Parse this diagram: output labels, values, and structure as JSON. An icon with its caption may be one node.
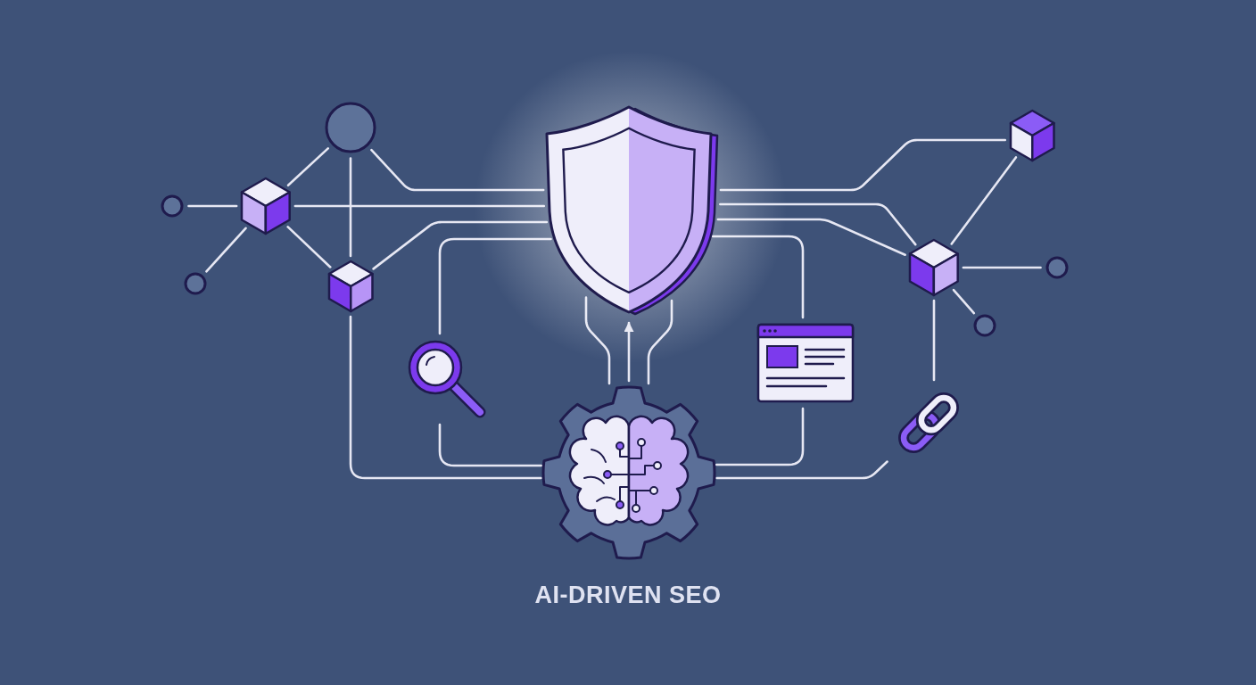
{
  "diagram": {
    "title": "AI-DRIVEN SEO",
    "nodes": [
      {
        "text": [],
        "shape": "circle"
      },
      {
        "text": [],
        "shape": "circle"
      },
      {
        "text": [],
        "shape": "circle"
      },
      {
        "text": [],
        "shape": "cube"
      },
      {
        "text": [],
        "shape": "cube"
      },
      {
        "text": [],
        "shape": "shield"
      },
      {
        "text": [],
        "shape": "picture"
      },
      {
        "text": [],
        "shape": "picture"
      },
      {
        "text": [],
        "shape": "picture"
      },
      {
        "text": [],
        "shape": "cube"
      },
      {
        "text": [],
        "shape": "cube"
      },
      {
        "text": [],
        "shape": "circle"
      },
      {
        "text": [],
        "shape": "circle"
      },
      {
        "text": [],
        "shape": "picture"
      }
    ],
    "edges": [
      {
        "from": 1,
        "to": 3,
        "arrow": "none"
      },
      {
        "from": 2,
        "to": 3,
        "arrow": "none"
      },
      {
        "from": 3,
        "to": 0,
        "arrow": "none"
      },
      {
        "from": 0,
        "to": 4,
        "arrow": "none"
      },
      {
        "from": 3,
        "to": 4,
        "arrow": "none"
      },
      {
        "from": 3,
        "to": 5,
        "arrow": "none"
      },
      {
        "from": 0,
        "to": 5,
        "arrow": "none"
      },
      {
        "from": 4,
        "to": 5,
        "arrow": "none"
      },
      {
        "from": 4,
        "to": 7,
        "arrow": "none"
      },
      {
        "from": 5,
        "to": 6,
        "arrow": "none"
      },
      {
        "from": 6,
        "to": 7,
        "arrow": "none"
      },
      {
        "from": 7,
        "to": 5,
        "arrow": "none"
      },
      {
        "from": 7,
        "to": 5,
        "arrow": "to"
      },
      {
        "from": 7,
        "to": 5,
        "arrow": "none"
      },
      {
        "from": 5,
        "to": 9,
        "arrow": "none"
      },
      {
        "from": 5,
        "to": 10,
        "arrow": "none"
      },
      {
        "from": 5,
        "to": 10,
        "arrow": "none"
      },
      {
        "from": 5,
        "to": 8,
        "arrow": "none"
      },
      {
        "from": 8,
        "to": 7,
        "arrow": "none"
      },
      {
        "from": 10,
        "to": 9,
        "arrow": "none"
      },
      {
        "from": 10,
        "to": 11,
        "arrow": "none"
      },
      {
        "from": 10,
        "to": 12,
        "arrow": "none"
      },
      {
        "from": 10,
        "to": 13,
        "arrow": "none"
      },
      {
        "from": 13,
        "to": 7,
        "arrow": "none"
      }
    ]
  }
}
